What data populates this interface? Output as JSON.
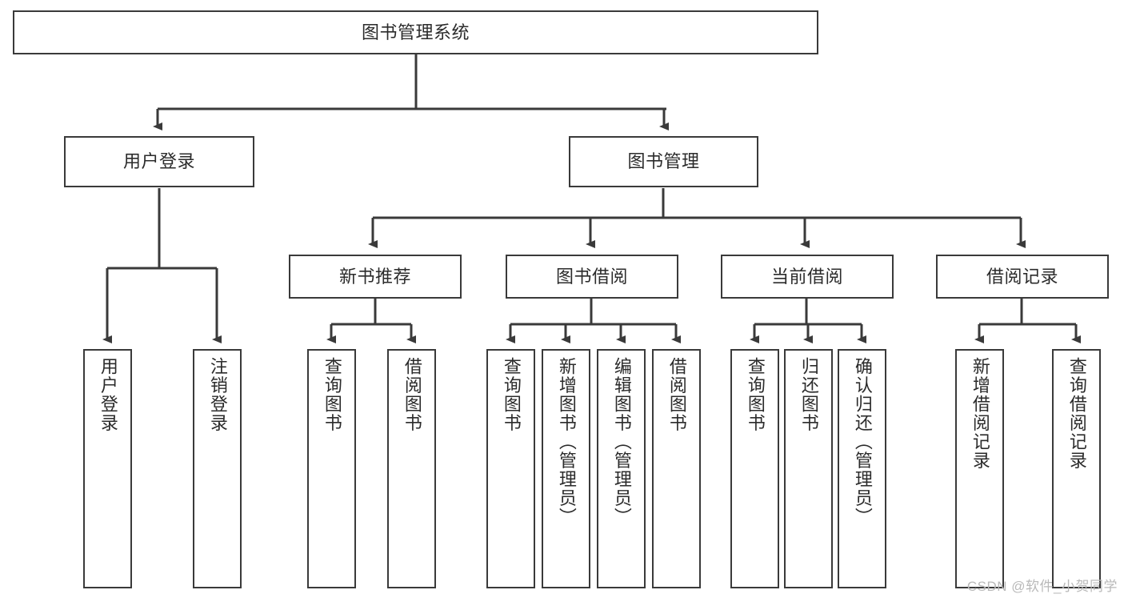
{
  "diagram": {
    "title_node": {
      "label": "图书管理系统"
    },
    "level2": [
      {
        "label": "用户登录"
      },
      {
        "label": "图书管理"
      }
    ],
    "level3": [
      {
        "label": "新书推荐"
      },
      {
        "label": "图书借阅"
      },
      {
        "label": "当前借阅"
      },
      {
        "label": "借阅记录"
      }
    ],
    "leaves": {
      "user_login": [
        {
          "label": "用户登录"
        },
        {
          "label": "注销登录"
        }
      ],
      "new_book_recommend": [
        {
          "label": "查询图书"
        },
        {
          "label": "借阅图书"
        }
      ],
      "book_borrow": [
        {
          "label": "查询图书"
        },
        {
          "label": "新增图书（管理员）"
        },
        {
          "label": "编辑图书（管理员）"
        },
        {
          "label": "借阅图书"
        }
      ],
      "current_borrow": [
        {
          "label": "查询图书"
        },
        {
          "label": "归还图书"
        },
        {
          "label": "确认归还（管理员）"
        }
      ],
      "borrow_record": [
        {
          "label": "新增借阅记录"
        },
        {
          "label": "查询借阅记录"
        }
      ]
    }
  },
  "watermark": {
    "text": "CSDN @软件_小贺同学"
  },
  "colors": {
    "stroke": "#3a3a3a",
    "fill": "#ffffff",
    "text": "#2b2b2b",
    "watermark": "#b9b9b9"
  }
}
